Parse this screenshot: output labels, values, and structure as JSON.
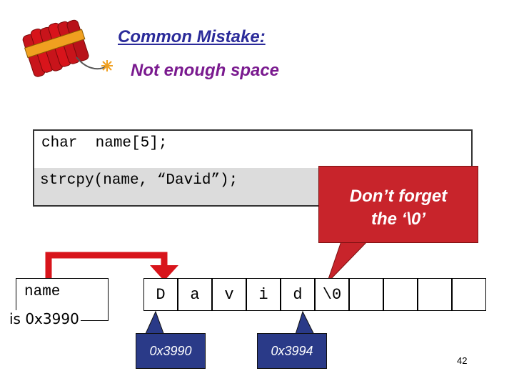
{
  "title": "Common Mistake:",
  "subtitle": "Not enough space",
  "code": {
    "line1": "char  name[5];",
    "line2": "strcpy(name, “David”);"
  },
  "callout": {
    "line1": "Don’t forget",
    "line2": "the ‘\\0’"
  },
  "pointer": {
    "label": "name",
    "value_text": "is 0x3990"
  },
  "memory_cells": [
    "D",
    "a",
    "v",
    "i",
    "d",
    "\\0",
    "",
    "",
    "",
    ""
  ],
  "addresses": {
    "first": "0x3990",
    "fifth": "0x3994"
  },
  "page_number": "42",
  "colors": {
    "callout": "#c8242b",
    "arrow": "#d8141b",
    "address_box": "#2a3a88",
    "title": "#2b2b9a",
    "subtitle": "#7a1a8f"
  },
  "icons": [
    "dynamite-icon"
  ]
}
